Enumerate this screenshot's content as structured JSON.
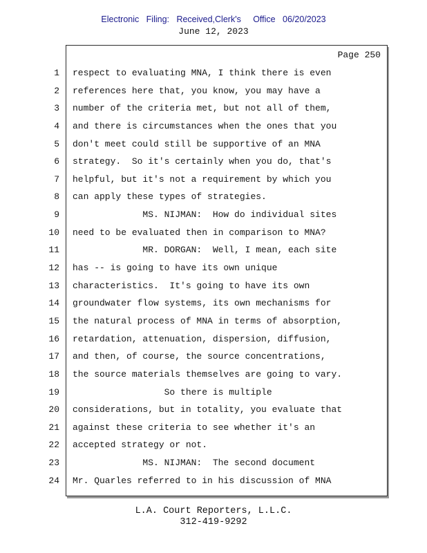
{
  "header": {
    "filing_stamp": "Electronic   Filing:   Received,Clerk's     Office   06/20/2023",
    "date_line": "June 12, 2023"
  },
  "page": {
    "page_label": "Page 250"
  },
  "transcript": {
    "lines": [
      {
        "num": "1",
        "text": "respect to evaluating MNA, I think there is even"
      },
      {
        "num": "2",
        "text": "references here that, you know, you may have a"
      },
      {
        "num": "3",
        "text": "number of the criteria met, but not all of them,"
      },
      {
        "num": "4",
        "text": "and there is circumstances when the ones that you"
      },
      {
        "num": "5",
        "text": "don't meet could still be supportive of an MNA"
      },
      {
        "num": "6",
        "text": "strategy.  So it's certainly when you do, that's"
      },
      {
        "num": "7",
        "text": "helpful, but it's not a requirement by which you"
      },
      {
        "num": "8",
        "text": "can apply these types of strategies."
      },
      {
        "num": "9",
        "text": "             MS. NIJMAN:  How do individual sites"
      },
      {
        "num": "10",
        "text": "need to be evaluated then in comparison to MNA?"
      },
      {
        "num": "11",
        "text": "             MR. DORGAN:  Well, I mean, each site"
      },
      {
        "num": "12",
        "text": "has -- is going to have its own unique"
      },
      {
        "num": "13",
        "text": "characteristics.  It's going to have its own"
      },
      {
        "num": "14",
        "text": "groundwater flow systems, its own mechanisms for"
      },
      {
        "num": "15",
        "text": "the natural process of MNA in terms of absorption,"
      },
      {
        "num": "16",
        "text": "retardation, attenuation, dispersion, diffusion,"
      },
      {
        "num": "17",
        "text": "and then, of course, the source concentrations,"
      },
      {
        "num": "18",
        "text": "the source materials themselves are going to vary."
      },
      {
        "num": "19",
        "text": "                 So there is multiple"
      },
      {
        "num": "20",
        "text": "considerations, but in totality, you evaluate that"
      },
      {
        "num": "21",
        "text": "against these criteria to see whether it's an"
      },
      {
        "num": "22",
        "text": "accepted strategy or not."
      },
      {
        "num": "23",
        "text": "             MS. NIJMAN:  The second document"
      },
      {
        "num": "24",
        "text": "Mr. Quarles referred to in his discussion of MNA"
      }
    ]
  },
  "footer": {
    "company": "L.A. Court Reporters, L.L.C.",
    "phone": "312-419-9292"
  },
  "colors": {
    "header_text": "#1a1a8c",
    "body_text": "#161616"
  }
}
